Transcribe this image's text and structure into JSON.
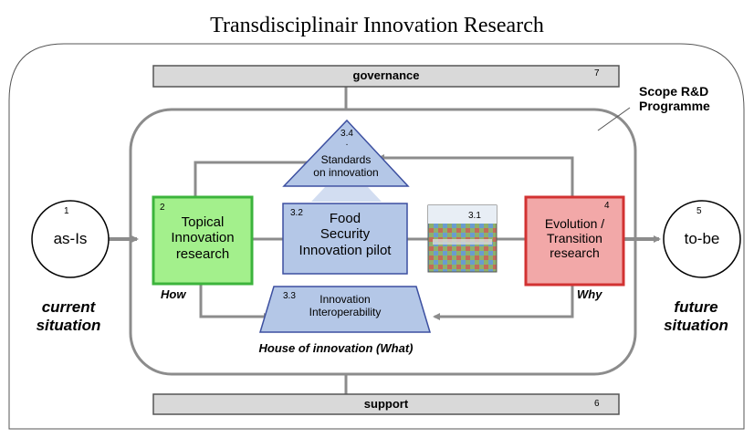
{
  "title": "Transdisciplinair Innovation Research",
  "scope_label": "Scope R&D\nProgramme",
  "governance": {
    "label": "governance",
    "number": "7"
  },
  "support": {
    "label": "support",
    "number": "6"
  },
  "as_is": {
    "label": "as-Is",
    "number": "1",
    "caption": "current\nsituation"
  },
  "to_be": {
    "label": "to-be",
    "number": "5",
    "caption": "future\nsituation"
  },
  "topical": {
    "label": "Topical\nInnovation\nresearch",
    "number": "2",
    "caption": "How"
  },
  "evolution": {
    "label": "Evolution /\nTransition\nresearch",
    "number": "4",
    "caption": "Why"
  },
  "standards": {
    "label": "Standards\non innovation",
    "number": "3.4\n."
  },
  "food_security": {
    "label": "Food\nSecurity\nInnovation pilot",
    "number": "3.2"
  },
  "pilot_image": {
    "number": "3.1"
  },
  "interoperability": {
    "label": "Innovation\nInteroperability",
    "number": "3.3"
  },
  "house_caption": "House of innovation (What)",
  "colors": {
    "blue_fill": "#b4c7e7",
    "blue_stroke": "#3c4fa0",
    "green_fill": "#a3f08c",
    "green_stroke": "#3cb43c",
    "red_fill": "#f2a8a8",
    "red_stroke": "#d23232",
    "gray_bar": "#d9d9d9",
    "arrow_gray": "#8c8c8c"
  }
}
